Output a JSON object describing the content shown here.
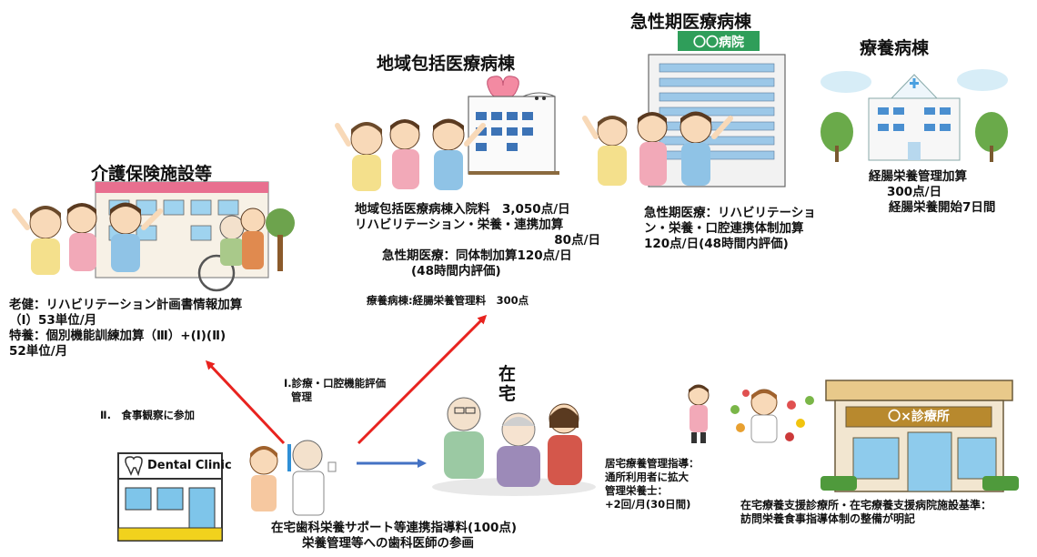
{
  "sections": {
    "kaigo": {
      "title": "介護保険施設等",
      "lines": [
        "老健：リハビリテーション計画書情報加算",
        "（Ⅰ）53単位/月",
        "特養：個別機能訓練加算（Ⅲ）+(Ⅰ)(Ⅱ)",
        "52単位/月"
      ]
    },
    "chiiki": {
      "title": "地域包括医療病棟",
      "lines": [
        "地域包括医療病棟入院料　3,050点/日",
        "リハビリテーション・栄養・連携加算",
        "80点/日",
        "急性期医療：同体制加算120点/日",
        "(48時間内評価)"
      ],
      "note": "療養病棟:経腸栄養管理料　300点"
    },
    "kyusei": {
      "title": "急性期医療病棟",
      "sign": "〇〇病院",
      "lines": [
        "急性期医療：リハビリテーショ",
        "ン・栄養・口腔連携体制加算",
        "120点/日(48時間内評価)"
      ]
    },
    "ryoyo": {
      "title": "療養病棟",
      "lines": [
        "経腸栄養管理加算",
        "300点/日",
        "経腸栄養開始7日間"
      ]
    },
    "zaitaku": {
      "title_line1": "在",
      "title_line2": "宅"
    },
    "dental": {
      "sign": "Dental Clinic",
      "lines": [
        "在宅歯科栄養サポート等連携指導料(100点)",
        "栄養管理等への歯科医師の参画"
      ]
    },
    "arrows": {
      "label_1_line1": "Ⅰ.診療・口腔機能評価",
      "label_1_line2": "管理",
      "label_2": "Ⅱ.　食事観察に参加"
    },
    "kyotaku": {
      "lines": [
        "居宅療養管理指導：",
        "通所利用者に拡大",
        "管理栄養士：",
        "+2回/月(30日間)"
      ]
    },
    "clinic": {
      "sign": "〇×診療所",
      "lines": [
        "在宅療養支援診療所・在宅療養支援病院施設基準：",
        "訪問栄養食事指導体制の整備が明記"
      ]
    }
  },
  "colors": {
    "arrow_red": "#e8231f",
    "arrow_blue": "#4472c4",
    "sign_green": "#2f9e5a"
  }
}
